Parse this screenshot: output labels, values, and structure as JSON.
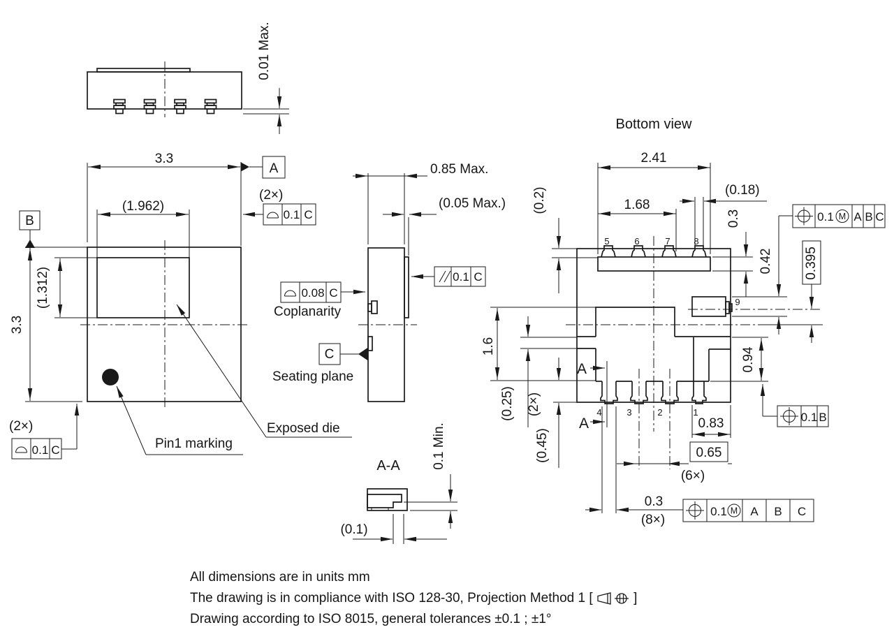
{
  "colors": {
    "line": "#1a1a1a",
    "background": "#ffffff"
  },
  "side_view_top": {
    "standoff_dim": "0.01 Max."
  },
  "top_view": {
    "width_dim": "3.3",
    "die_width_dim": "(1.962)",
    "height_dim": "3.3",
    "die_height_dim": "(1.312)",
    "datum_a": "A",
    "datum_b": "B",
    "fcf_top": {
      "qty": "(2×)",
      "value": "0.1",
      "datum": "C"
    },
    "fcf_bottom": {
      "qty": "(2×)",
      "value": "0.1",
      "datum": "C"
    },
    "exposed_die_label": "Exposed die",
    "pin1_label": "Pin1 marking"
  },
  "side_view": {
    "thickness_dim": "0.85 Max.",
    "die_standout_dim": "(0.05 Max.)",
    "parallelism_fcf": {
      "value": "0.1",
      "datum": "C"
    },
    "coplanarity_fcf": {
      "value": "0.08",
      "datum": "C"
    },
    "coplanarity_label": "Coplanarity",
    "datum_c": "C",
    "seating_plane_label": "Seating plane"
  },
  "section_view": {
    "title": "A-A",
    "standoff_dim": "0.1 Min.",
    "recess_dim": "(0.1)"
  },
  "bottom_view": {
    "title": "Bottom view",
    "lead_frame_width_dim": "2.41",
    "lead_width_dim": "1.68",
    "nub_dim": "(0.18)",
    "edge_gap_dim": "(0.2)",
    "lead_bar_dim": "0.3",
    "pin9_width_dim": "0.42",
    "pin9_offset_dim": "0.395",
    "pad_length_dim": "1.6",
    "tab_dim": "(0.25)",
    "tab_qty": "(2×)",
    "pad_gap_dim": "(0.45)",
    "pin1_pad_length_dim": "0.94",
    "pin1_pad_width_dim": "0.83",
    "pitch_dim": "0.65",
    "pitch_qty": "(6×)",
    "pad_width_dim": "0.3",
    "pad_width_qty": "(8×)",
    "section_label": "A",
    "pin_numbers": {
      "p1": "1",
      "p2": "2",
      "p3": "3",
      "p4": "4",
      "p5": "5",
      "p6": "6",
      "p7": "7",
      "p8": "8",
      "p9": "9"
    },
    "fcf_top": {
      "value": "0.1",
      "modifier": "M",
      "datum1": "A",
      "datum2": "B",
      "datum3": "C"
    },
    "fcf_bottom": {
      "value": "0.1",
      "modifier": "M",
      "datum1": "A",
      "datum2": "B",
      "datum3": "C"
    },
    "fcf_pin1": {
      "value": "0.1",
      "datum": "B"
    }
  },
  "notes": {
    "line1": "All dimensions are in units mm",
    "line2_prefix": "The drawing is in compliance with ISO 128-30, Projection Method 1 [ ",
    "line2_suffix": " ]",
    "line3": "Drawing according to ISO 8015, general tolerances ±0.1 ; ±1°"
  }
}
